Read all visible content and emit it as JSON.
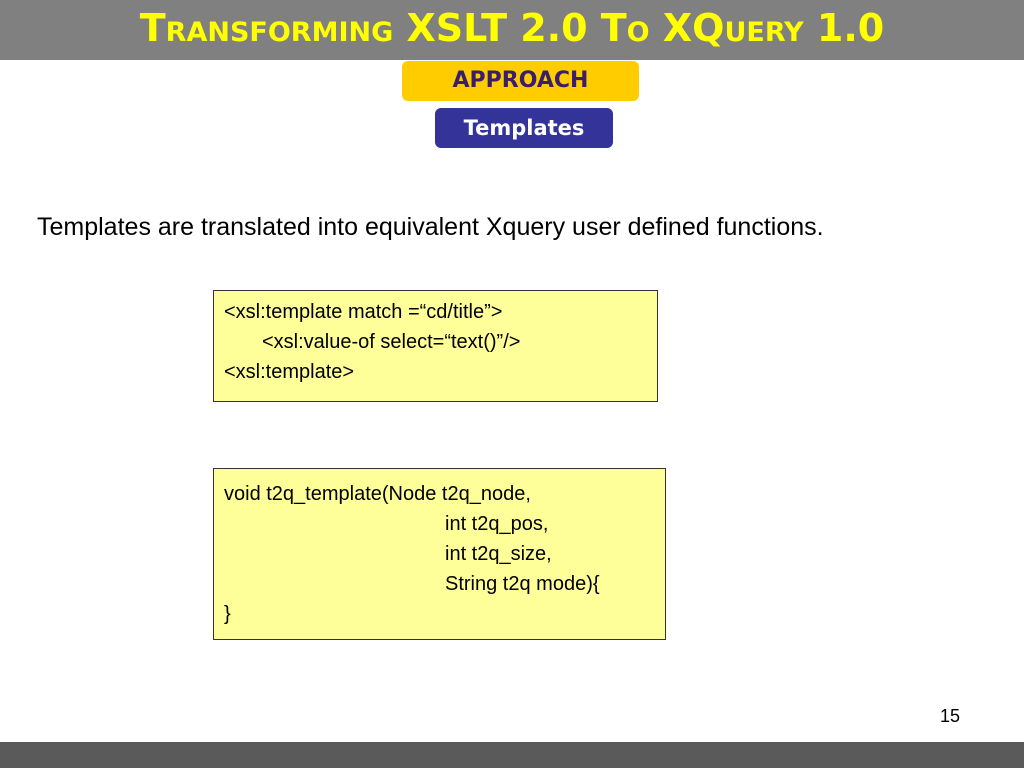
{
  "slide": {
    "title": "Transforming XSLT 2.0 To XQuery 1.0",
    "section_label": "APPROACH",
    "subsection_label": "Templates",
    "body_text": "Templates are translated into equivalent Xquery user defined functions.",
    "xslt_code": {
      "lines": [
        "<xsl:template match =“cd/title”>",
        "<xsl:value-of select=“text()”/>",
        "<xsl:template>"
      ]
    },
    "xquery_code": {
      "lines": [
        "void t2q_template(Node t2q_node,",
        "int t2q_pos,",
        "int t2q_size,",
        "String t2q mode){",
        "}"
      ]
    },
    "page_number": "15"
  },
  "colors": {
    "title_bar": "#808080",
    "title_text": "#ffff00",
    "approach_bg": "#ffcc00",
    "templates_bg": "#333399",
    "code_box_bg": "#ffff99",
    "bottom_bar": "#5a5a5a"
  }
}
